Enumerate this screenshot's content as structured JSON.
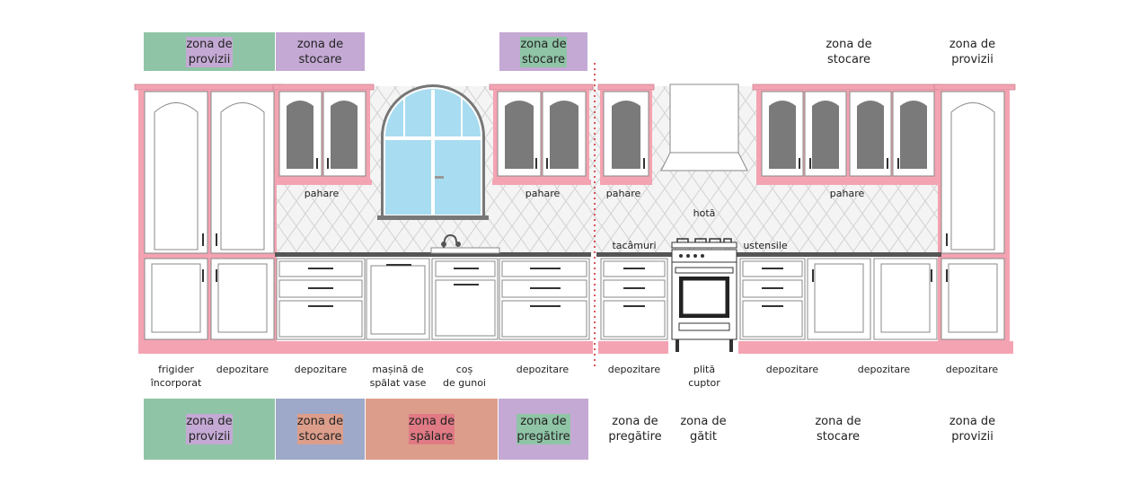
{
  "colors": {
    "provizii": "#8fc4a6",
    "stocare": "#c4a9d4",
    "spalare": "#9ea8c8",
    "pregatire": "#dc9e8b",
    "gatit": "#e07a84",
    "cabinet_trim": "#f4a3b2",
    "tile": "#d9d9d9",
    "glass": "#7a7a7a",
    "window": "#a8dcf0",
    "divider": "#d32c35"
  },
  "top_zones": [
    {
      "text": "zona de\nprovizii",
      "color_key": "provizii"
    },
    {
      "text": "zona de\nstocare",
      "color_key": "stocare"
    },
    {
      "text": "zona de\nstocare",
      "color_key": "stocare"
    },
    {
      "text": "",
      "color_key": "stocare"
    },
    {
      "text": "zona de\nstocare",
      "color_key": "stocare"
    },
    {
      "text": "zona de\nprovizii",
      "color_key": "provizii"
    }
  ],
  "bottom_zones": [
    {
      "text": "zona de\nprovizii",
      "color_key": "provizii"
    },
    {
      "text": "zona de\nstocare",
      "color_key": "stocare"
    },
    {
      "text": "zona de\nspălare",
      "color_key": "spalare"
    },
    {
      "text": "zona de\npregătire",
      "color_key": "pregatire"
    },
    {
      "text": "zona de\npregătire",
      "color_key": "pregatire"
    },
    {
      "text": "zona de\ngătit",
      "color_key": "gatit"
    },
    {
      "text": "zona de\nstocare",
      "color_key": "stocare"
    },
    {
      "text": "zona de\nprovizii",
      "color_key": "provizii"
    }
  ],
  "upper_labels": [
    {
      "text": "pahare"
    },
    {
      "text": "pahare"
    },
    {
      "text": "pahare"
    },
    {
      "text": "pahare"
    },
    {
      "text": "hotă"
    },
    {
      "text": "tacâmuri"
    },
    {
      "text": "ustensile"
    }
  ],
  "base_labels": [
    {
      "text": "frigider\nîncorporat"
    },
    {
      "text": "depozitare"
    },
    {
      "text": "depozitare"
    },
    {
      "text": "mașină de\nspălat vase"
    },
    {
      "text": "coș\nde gunoi"
    },
    {
      "text": "depozitare"
    },
    {
      "text": "depozitare"
    },
    {
      "text": "plită\ncuptor"
    },
    {
      "text": "depozitare"
    },
    {
      "text": "depozitare"
    },
    {
      "text": "depozitare"
    }
  ]
}
